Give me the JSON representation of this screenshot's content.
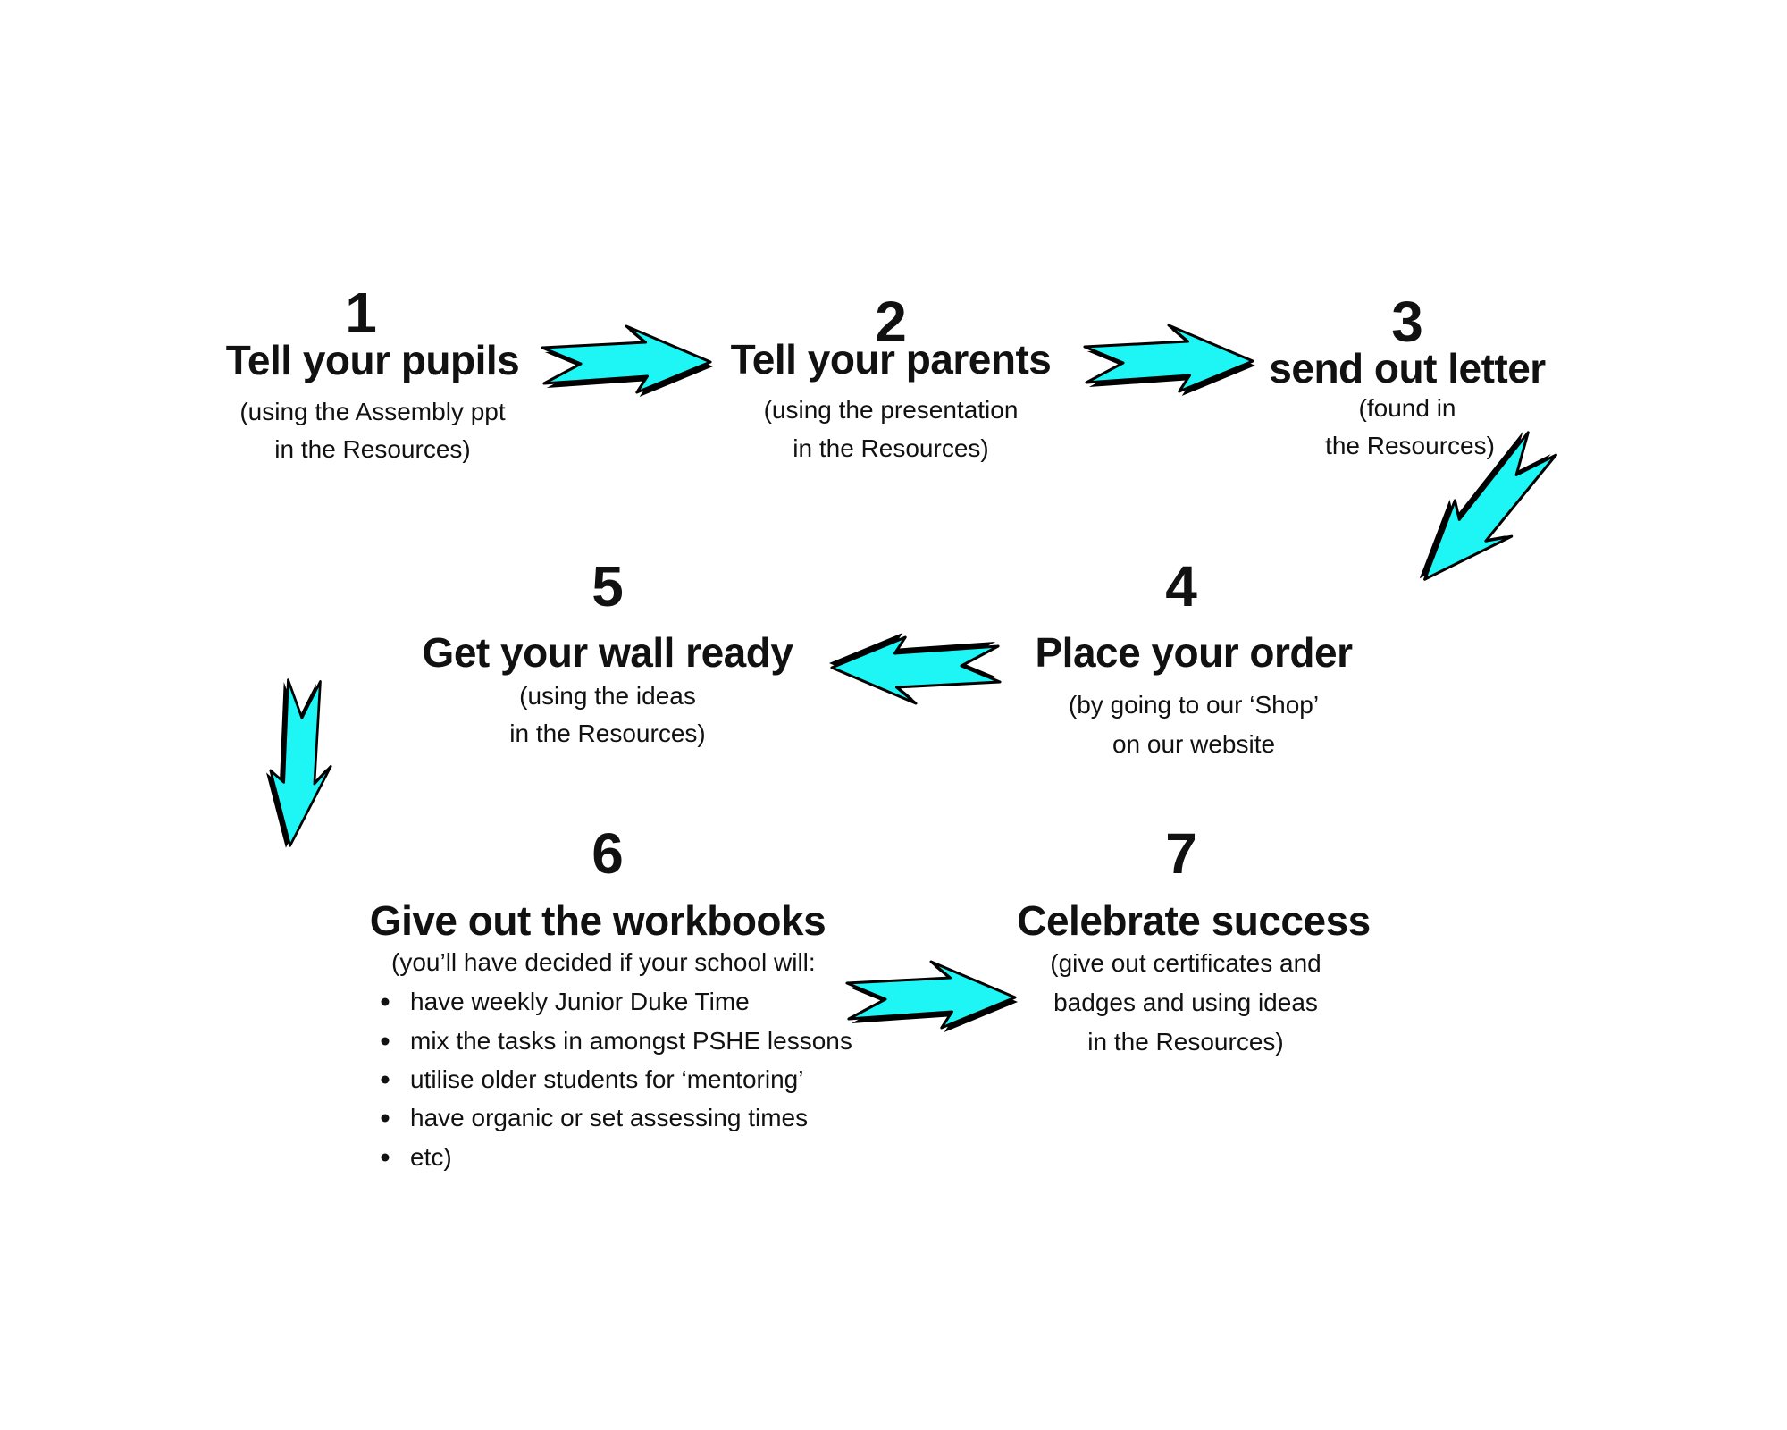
{
  "colors": {
    "arrow_fill": "#1ef5f5",
    "arrow_outline": "#000000",
    "text": "#111111"
  },
  "steps": [
    {
      "number": "1",
      "title": "Tell your pupils",
      "lines": [
        "(using the Assembly ppt",
        "in the Resources)"
      ]
    },
    {
      "number": "2",
      "title": "Tell your parents",
      "lines": [
        "(using the presentation",
        "in the Resources)"
      ]
    },
    {
      "number": "3",
      "title": "send out letter",
      "lines": [
        "(found in",
        "the Resources)"
      ]
    },
    {
      "number": "4",
      "title": "Place your order",
      "lines": [
        "(by going to our ‘Shop’",
        "on our website"
      ]
    },
    {
      "number": "5",
      "title": "Get your wall ready",
      "lines": [
        "(using the ideas",
        "in the Resources)"
      ]
    },
    {
      "number": "6",
      "title": "Give out the workbooks",
      "lines": [
        "(you’ll have decided if your school will:"
      ],
      "bullets": [
        "have weekly Junior Duke Time",
        "mix the tasks in amongst PSHE lessons",
        "utilise older students for ‘mentoring’",
        "have organic or set assessing times",
        "etc)"
      ]
    },
    {
      "number": "7",
      "title": "Celebrate success",
      "lines": [
        "(give out certificates and",
        "badges and using ideas",
        "in the Resources)"
      ]
    }
  ],
  "arrows": [
    "arrow-right-icon",
    "arrow-right-icon",
    "arrow-down-left-icon",
    "arrow-left-icon",
    "arrow-down-icon",
    "arrow-right-icon"
  ]
}
